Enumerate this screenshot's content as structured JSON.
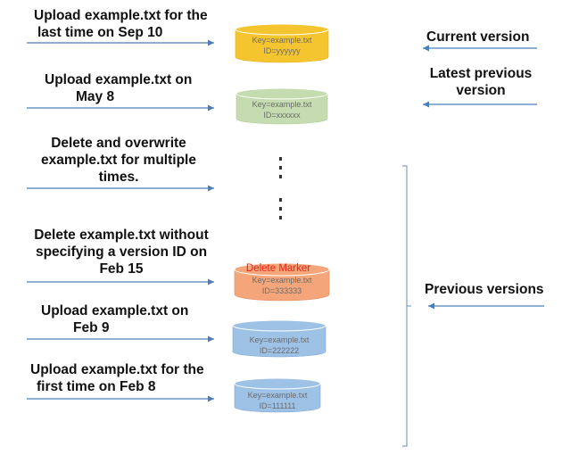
{
  "events": [
    {
      "line1": "Upload example.txt for the",
      "line2": "last time on Sep 10"
    },
    {
      "line1": "Upload example.txt on",
      "line2": "May 8"
    },
    {
      "line1": "Delete and overwrite",
      "line2": "example.txt for multiple",
      "line3": "times."
    },
    {
      "line1": "Delete example.txt without",
      "line2": "specifying a version ID on",
      "line3": "Feb 15"
    },
    {
      "line1": "Upload example.txt on",
      "line2": "Feb 9"
    },
    {
      "line1": "Upload example.txt for the",
      "line2": "first time on Feb 8"
    }
  ],
  "objects": [
    {
      "key": "Key=example.txt",
      "id": "ID=yyyyyy",
      "color": "#f5c530"
    },
    {
      "key": "Key=example.txt",
      "id": "ID=xxxxxx",
      "color": "#c5dcb0"
    },
    {
      "marker": "Delete Marker",
      "marker_color": "#e8231c",
      "key": "Key=example.txt",
      "id": "ID=333333",
      "color": "#f4a57a"
    },
    {
      "key": "Key=example.txt",
      "id": "ID=222222",
      "color": "#9ec1e6"
    },
    {
      "key": "Key=example.txt",
      "id": "ID=111111",
      "color": "#9ec1e6"
    }
  ],
  "labels": {
    "current": "Current version",
    "latest_previous_1": "Latest previous",
    "latest_previous_2": "version",
    "previous": "Previous versions"
  },
  "colors": {
    "arrow": "#4a7ebb",
    "bracket": "#7f9fc6"
  }
}
